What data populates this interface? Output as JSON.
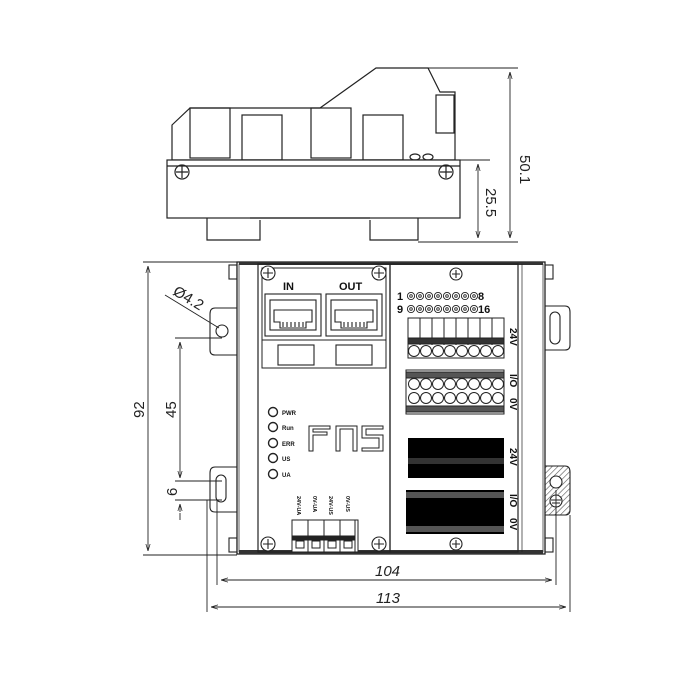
{
  "drawing": {
    "type": "I/O module dimensional drawing",
    "side_view": {
      "dimensions": {
        "total_height": "50.1",
        "rail_height": "25.5"
      }
    },
    "front_view": {
      "dimensions": {
        "height": "92",
        "hole_spacing": "45",
        "slot_width": "6",
        "hole_diameter": "Ø4.2",
        "inner_width": "104",
        "outer_width": "113"
      },
      "ports": {
        "in_label": "IN",
        "out_label": "OUT"
      },
      "leds": [
        {
          "label": "PWR"
        },
        {
          "label": "Run"
        },
        {
          "label": "ERR"
        },
        {
          "label": "US"
        },
        {
          "label": "UA"
        }
      ],
      "logo": "FAS",
      "power_terminals": [
        "24V-UA",
        "0V-UA",
        "24V-US",
        "0V-US"
      ],
      "io": {
        "row1_start": "1",
        "row1_end": "8",
        "row2_start": "9",
        "row2_end": "16",
        "block_labels": {
          "top": "24V",
          "middle": "I/O",
          "bottom": "0V"
        }
      }
    }
  },
  "colors": {
    "line": "#222222",
    "background": "#ffffff",
    "hatch": "#555555"
  }
}
